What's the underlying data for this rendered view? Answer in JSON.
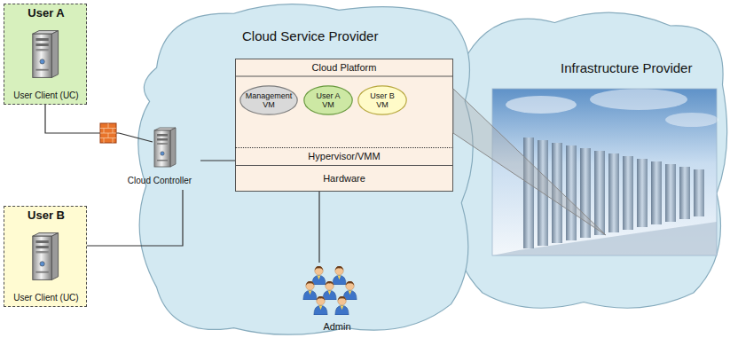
{
  "diagram": {
    "nodes": [
      {
        "text": [
          "User A",
          "User Client (UC)"
        ]
      },
      {
        "text": [
          "User B",
          "User Client (UC)"
        ]
      },
      {
        "text": [
          "Cloud Service Provider"
        ]
      },
      {
        "text": [
          "Infrastructure Provider"
        ]
      },
      {
        "text": [
          "Cloud Platform"
        ],
        "in": 2
      },
      {
        "text": [
          "Management VM"
        ],
        "in": 4
      },
      {
        "text": [
          "User A VM"
        ],
        "in": 4
      },
      {
        "text": [
          "User B VM"
        ],
        "in": 4
      },
      {
        "text": [
          "Hypervisor/VMM"
        ],
        "in": 4
      },
      {
        "text": [
          "Hardware"
        ],
        "in": 4
      },
      {
        "text": [
          "Cloud Controller"
        ],
        "in": 2
      },
      {
        "text": [
          "Admin"
        ],
        "in": 2
      }
    ],
    "edges": [
      {
        "from": 0,
        "to": 10,
        "arrow": "none"
      },
      {
        "from": 1,
        "to": 10,
        "arrow": "none"
      },
      {
        "from": 10,
        "to": 4,
        "arrow": "none"
      },
      {
        "from": 9,
        "to": 11,
        "arrow": "none"
      }
    ]
  }
}
